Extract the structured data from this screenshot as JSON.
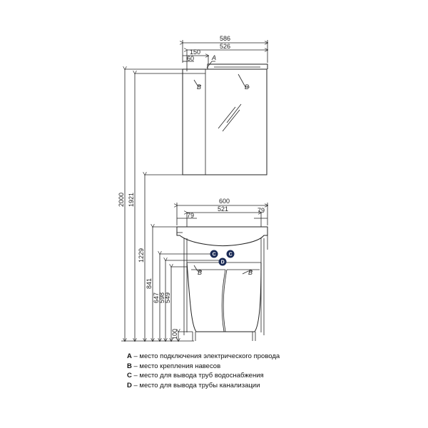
{
  "dimensions": {
    "mirror_width_total": "586",
    "mirror_width_inner": "526",
    "mirror_150": "150",
    "mirror_60": "60",
    "cab_width_total": "600",
    "cab_width_inner": "521",
    "cab_79_left": "79",
    "cab_79_right": "79",
    "h_2000": "2000",
    "h_1921": "1921",
    "h_1229": "1229",
    "h_841": "841",
    "h_647": "647",
    "h_598": "598",
    "h_549": "549",
    "h_100": "100"
  },
  "markers": {
    "a": "A",
    "b": "B",
    "c": "C",
    "d": "D"
  },
  "legend": [
    {
      "letter": "A",
      "text": " – место подключения электрического провода"
    },
    {
      "letter": "B",
      "text": " – место крепления навесов"
    },
    {
      "letter": "C",
      "text": " – место для вывода труб водоснабжения"
    },
    {
      "letter": "D",
      "text": " – место для вывода трубы канализации"
    }
  ],
  "colors": {
    "line": "#222222",
    "marker_fill": "#1a2a55"
  }
}
